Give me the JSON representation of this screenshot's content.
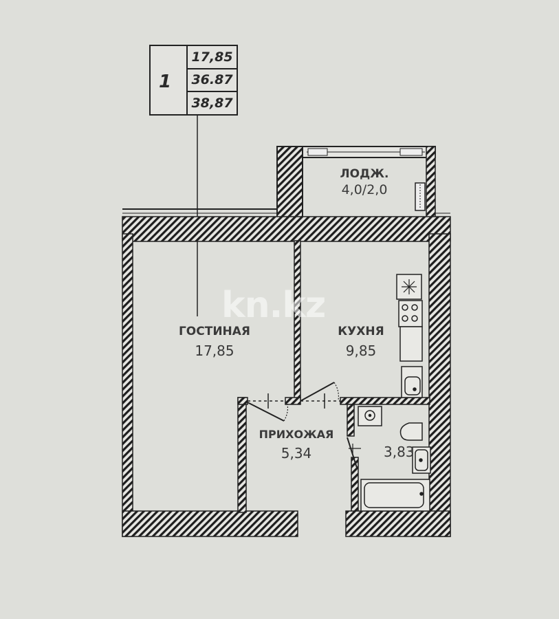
{
  "info_box": {
    "room_count": "1",
    "living_area": "17,85",
    "total_area": "36.87",
    "total_area_with_loggia": "38,87"
  },
  "rooms": {
    "loggia": {
      "name": "ЛОДЖ.",
      "area": "4,0/2,0"
    },
    "living_room": {
      "name": "ГОСТИНАЯ",
      "area": "17,85"
    },
    "kitchen": {
      "name": "КУХНЯ",
      "area": "9,85"
    },
    "hallway": {
      "name": "ПРИХОЖАЯ",
      "area": "5,34"
    },
    "bathroom": {
      "name": "",
      "area": "3,83"
    }
  },
  "watermark": {
    "text": "kn.kz"
  },
  "colors": {
    "background": "#dedfda",
    "line": "#222222",
    "text": "#3a3a3a"
  }
}
